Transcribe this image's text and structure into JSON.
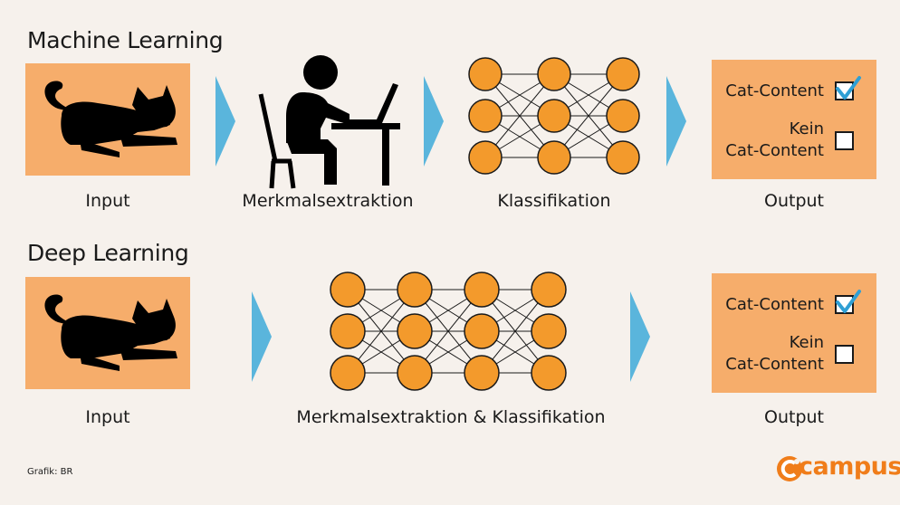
{
  "colors": {
    "background": "#f6f1ec",
    "box": "#f6ad6b",
    "node": "#f39a2c",
    "arrow": "#5ab5dc",
    "check": "#2f9fd4",
    "logo": "#f07d1a"
  },
  "ml": {
    "title": "Machine Learning",
    "captions": {
      "input": "Input",
      "features": "Merkmalsextraktion",
      "classify": "Klassifikation",
      "output": "Output"
    },
    "output": {
      "cat": "Cat-Content",
      "nocat_line1": "Kein",
      "nocat_line2": "Cat-Content",
      "cat_checked": true,
      "nocat_checked": false
    }
  },
  "dl": {
    "title": "Deep Learning",
    "captions": {
      "input": "Input",
      "combined": "Merkmalsextraktion & Klassifikation",
      "output": "Output"
    },
    "output": {
      "cat": "Cat-Content",
      "nocat_line1": "Kein",
      "nocat_line2": "Cat-Content",
      "cat_checked": true,
      "nocat_checked": false
    }
  },
  "icons": [
    "cat-silhouette-icon",
    "person-at-desk-icon",
    "neural-network-icon",
    "chevron-arrow-icon",
    "checkmark-icon"
  ],
  "credit": "Grafik: BR",
  "logo": "campus"
}
